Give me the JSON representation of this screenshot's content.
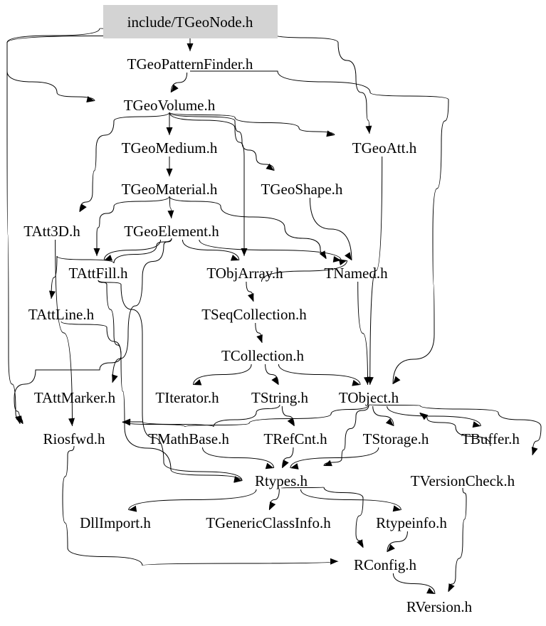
{
  "colors": {
    "root_fill": "#d3d3d3",
    "edge": "#000000",
    "text": "#000000"
  },
  "diagram": {
    "root": "include/TGeoNode.h",
    "nodes": [
      {
        "id": "root",
        "label": "include/TGeoNode.h"
      },
      {
        "id": "patternfinder",
        "label": "TGeoPatternFinder.h"
      },
      {
        "id": "volume",
        "label": "TGeoVolume.h"
      },
      {
        "id": "medium",
        "label": "TGeoMedium.h"
      },
      {
        "id": "att",
        "label": "TGeoAtt.h"
      },
      {
        "id": "material",
        "label": "TGeoMaterial.h"
      },
      {
        "id": "shape",
        "label": "TGeoShape.h"
      },
      {
        "id": "att3d",
        "label": "TAtt3D.h"
      },
      {
        "id": "element",
        "label": "TGeoElement.h"
      },
      {
        "id": "attfill",
        "label": "TAttFill.h"
      },
      {
        "id": "objarray",
        "label": "TObjArray.h"
      },
      {
        "id": "named",
        "label": "TNamed.h"
      },
      {
        "id": "attline",
        "label": "TAttLine.h"
      },
      {
        "id": "seqcoll",
        "label": "TSeqCollection.h"
      },
      {
        "id": "collection",
        "label": "TCollection.h"
      },
      {
        "id": "attmarker",
        "label": "TAttMarker.h"
      },
      {
        "id": "iterator",
        "label": "TIterator.h"
      },
      {
        "id": "string",
        "label": "TString.h"
      },
      {
        "id": "object",
        "label": "TObject.h"
      },
      {
        "id": "riosfwd",
        "label": "Riosfwd.h"
      },
      {
        "id": "mathbase",
        "label": "TMathBase.h"
      },
      {
        "id": "refcnt",
        "label": "TRefCnt.h"
      },
      {
        "id": "storage",
        "label": "TStorage.h"
      },
      {
        "id": "buffer",
        "label": "TBuffer.h"
      },
      {
        "id": "rtypes",
        "label": "Rtypes.h"
      },
      {
        "id": "versioncheck",
        "label": "TVersionCheck.h"
      },
      {
        "id": "dllimport",
        "label": "DllImport.h"
      },
      {
        "id": "genericclass",
        "label": "TGenericClassInfo.h"
      },
      {
        "id": "rtypeinfo",
        "label": "Rtypeinfo.h"
      },
      {
        "id": "rconfig",
        "label": "RConfig.h"
      },
      {
        "id": "rversion",
        "label": "RVersion.h"
      }
    ],
    "edges": [
      [
        "root",
        "patternfinder"
      ],
      [
        "root",
        "volume"
      ],
      [
        "root",
        "att"
      ],
      [
        "root",
        "riosfwd"
      ],
      [
        "patternfinder",
        "volume"
      ],
      [
        "patternfinder",
        "object"
      ],
      [
        "volume",
        "medium"
      ],
      [
        "volume",
        "shape"
      ],
      [
        "volume",
        "att"
      ],
      [
        "volume",
        "att3d"
      ],
      [
        "volume",
        "objarray"
      ],
      [
        "medium",
        "material"
      ],
      [
        "material",
        "element"
      ],
      [
        "material",
        "attfill"
      ],
      [
        "material",
        "named"
      ],
      [
        "shape",
        "named"
      ],
      [
        "att",
        "object"
      ],
      [
        "att3d",
        "riosfwd"
      ],
      [
        "element",
        "attfill"
      ],
      [
        "element",
        "objarray"
      ],
      [
        "element",
        "named"
      ],
      [
        "element",
        "attmarker"
      ],
      [
        "element",
        "attline"
      ],
      [
        "attfill",
        "attmarker"
      ],
      [
        "attfill",
        "rtypes"
      ],
      [
        "objarray",
        "seqcoll"
      ],
      [
        "objarray",
        "named"
      ],
      [
        "named",
        "object"
      ],
      [
        "seqcoll",
        "collection"
      ],
      [
        "collection",
        "iterator"
      ],
      [
        "collection",
        "string"
      ],
      [
        "collection",
        "object"
      ],
      [
        "attline",
        "rtypes"
      ],
      [
        "string",
        "riosfwd"
      ],
      [
        "string",
        "refcnt"
      ],
      [
        "object",
        "riosfwd"
      ],
      [
        "object",
        "storage"
      ],
      [
        "object",
        "buffer"
      ],
      [
        "object",
        "versioncheck"
      ],
      [
        "object",
        "rtypes"
      ],
      [
        "buffer",
        "object"
      ],
      [
        "mathbase",
        "rtypes"
      ],
      [
        "refcnt",
        "rtypes"
      ],
      [
        "storage",
        "rtypes"
      ],
      [
        "rtypes",
        "dllimport"
      ],
      [
        "rtypes",
        "genericclass"
      ],
      [
        "rtypes",
        "rtypeinfo"
      ],
      [
        "rtypes",
        "rconfig"
      ],
      [
        "riosfwd",
        "rconfig"
      ],
      [
        "rtypeinfo",
        "rconfig"
      ],
      [
        "rconfig",
        "rversion"
      ],
      [
        "versioncheck",
        "rversion"
      ]
    ]
  }
}
